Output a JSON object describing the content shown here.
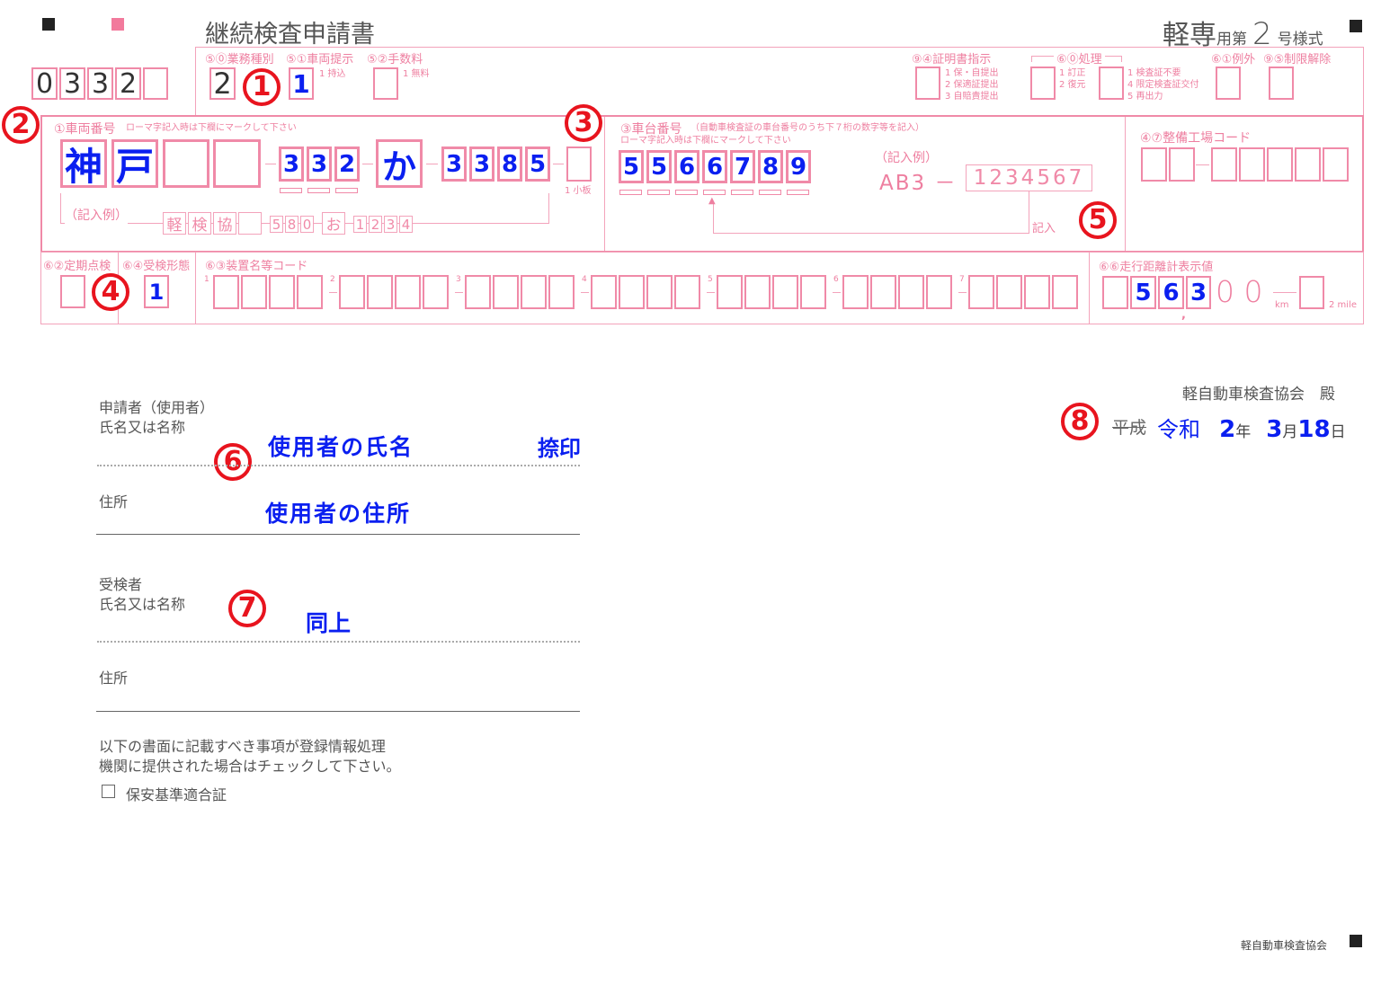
{
  "header": {
    "title": "継続検査申請書",
    "form_type_prefix": "軽専",
    "form_type_mid": "用第",
    "form_type_num": "2",
    "form_type_suffix": "号様式"
  },
  "office_code": [
    "0",
    "3",
    "3",
    "2",
    ""
  ],
  "row1": {
    "business_type": {
      "label": "⑤⓪業務種別",
      "value": "2"
    },
    "vehicle_presentation": {
      "label": "⑤①車両提示",
      "value": "1",
      "option": "1 持込"
    },
    "fee": {
      "label": "⑤②手数料",
      "value": "",
      "option": "1 無料"
    },
    "certificate_instruction": {
      "label": "⑨④証明書指示",
      "value": "",
      "options": [
        "1 保・自提出",
        "2 保適証提出",
        "3 自賠責提出"
      ]
    },
    "processing": {
      "label": "⑥⓪処理",
      "value1": "",
      "options1": [
        "1 訂正",
        "2 復元"
      ],
      "value2": "",
      "options2": [
        "1 検査証不要",
        "4 限定検査証交付",
        "5 再出力"
      ]
    },
    "exception": {
      "label": "⑥①例外",
      "value": ""
    },
    "restriction_release": {
      "label": "⑨⑤制限解除",
      "value": ""
    }
  },
  "plate": {
    "label": "①車両番号",
    "note": "ローマ字記入時は下欄にマークして下さい",
    "region": [
      "神",
      "戸",
      "",
      ""
    ],
    "class_no": [
      "3",
      "3",
      "2"
    ],
    "kana": "か",
    "serial": [
      "3",
      "3",
      "8",
      "5"
    ],
    "small_plate": "",
    "small_plate_option": "1 小板",
    "example_label": "（記入例）",
    "example_region": [
      "軽",
      "検",
      "協",
      ""
    ],
    "example_class": [
      "5",
      "8",
      "0"
    ],
    "example_kana": "お",
    "example_serial": [
      "1",
      "2",
      "3",
      "4"
    ]
  },
  "chassis": {
    "label": "③車台番号",
    "label_note": "（自動車検査証の車台番号のうち下７桁の数字等を記入）",
    "note": "ローマ字記入時は下欄にマークして下さい",
    "digits": [
      "5",
      "5",
      "6",
      "6",
      "7",
      "8",
      "9"
    ],
    "example_label": "（記入例）",
    "example_prefix": "AB3 －",
    "example_value": "1234567",
    "example_arrow_label": "記入"
  },
  "factory_code": {
    "label": "④⑦整備工場コード"
  },
  "row3": {
    "periodic_inspection": {
      "label": "⑥②定期点検",
      "value": ""
    },
    "inspection_form": {
      "label": "⑥④受検形態",
      "value": "1"
    },
    "device_code": {
      "label": "⑥③装置名等コード",
      "group_numbers": [
        "1",
        "2",
        "3",
        "4",
        "5",
        "6",
        "7"
      ]
    },
    "odometer": {
      "label": "⑥⑥走行距離計表示値",
      "digits": [
        "",
        "5",
        "6",
        "3"
      ],
      "fixed_zeros": "0 0",
      "unit_km": "km",
      "mile_option": "2 mile",
      "mile_value": ""
    }
  },
  "annotations": [
    "1",
    "2",
    "3",
    "4",
    "5",
    "6",
    "7",
    "8"
  ],
  "addressee": "軽自動車検査協会　殿",
  "date": {
    "era_printed": "平成",
    "era": "令和",
    "year": "2",
    "year_unit": "年",
    "month": "3",
    "month_unit": "月",
    "day": "18",
    "day_unit": "日"
  },
  "applicant": {
    "title": "申請者（使用者）",
    "name_label": "氏名又は名称",
    "name_value": "使用者の氏名",
    "seal": "捺印",
    "address_label": "住所",
    "address_value": "使用者の住所"
  },
  "examinee": {
    "title": "受検者",
    "name_label": "氏名又は名称",
    "name_value": "同上",
    "address_label": "住所",
    "address_value": ""
  },
  "notice": {
    "line1": "以下の書面に記載すべき事項が登録情報処理",
    "line2": "機関に提供された場合はチェックして下さい。",
    "checkbox_label": "保安基準適合証",
    "checked": false
  },
  "footer": "軽自動車検査協会"
}
